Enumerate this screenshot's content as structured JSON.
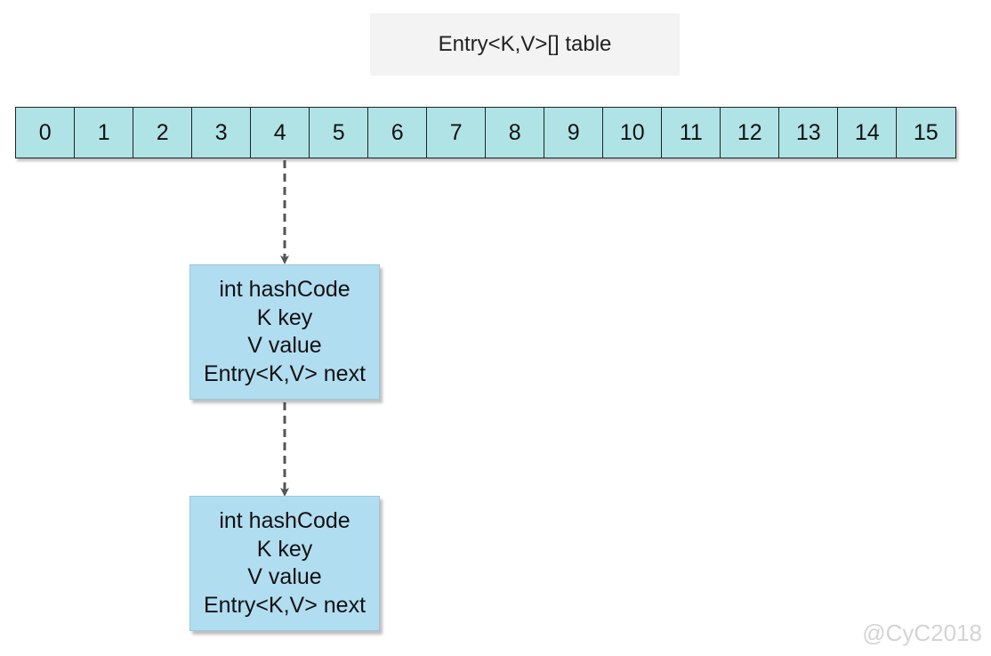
{
  "title": "Entry<K,V>[] table",
  "table": {
    "indices": [
      "0",
      "1",
      "2",
      "3",
      "4",
      "5",
      "6",
      "7",
      "8",
      "9",
      "10",
      "11",
      "12",
      "13",
      "14",
      "15"
    ]
  },
  "entries": [
    {
      "field1": "int hashCode",
      "field2": "K key",
      "field3": "V value",
      "field4": "Entry<K,V> next"
    },
    {
      "field1": "int hashCode",
      "field2": "K key",
      "field3": "V value",
      "field4": "Entry<K,V> next"
    }
  ],
  "connections": [
    {
      "from": "table-cell-4",
      "to": "entry-1"
    },
    {
      "from": "entry-1",
      "to": "entry-2"
    }
  ],
  "colors": {
    "table_cell": "#b0e3e6",
    "entry_box": "#b1ddf0",
    "arrow": "#555555",
    "watermark": "#d4d4d4"
  },
  "watermark": "@CyC2018"
}
